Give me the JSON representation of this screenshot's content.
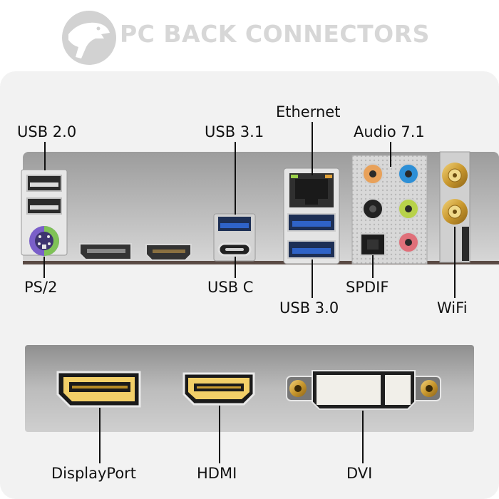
{
  "header": {
    "title": "PC BACK CONNECTORS",
    "logo_icon": "dinosaur-logo-icon"
  },
  "rear_panel": {
    "labels": {
      "usb20": "USB 2.0",
      "ps2": "PS/2",
      "usb31": "USB 3.1",
      "usbc": "USB C",
      "ethernet": "Ethernet",
      "usb30": "USB 3.0",
      "audio": "Audio 7.1",
      "spdif": "SPDIF",
      "wifi": "WiFi"
    }
  },
  "video_panel": {
    "labels": {
      "displayport": "DisplayPort",
      "hdmi": "HDMI",
      "dvi": "DVI"
    }
  },
  "colors": {
    "title": "#d7d7d7",
    "card_bg": "#f2f2f2",
    "panel_top": "#9a9a9a",
    "usb3_blue": "#2f63c8",
    "audio_orange": "#e8a15a",
    "audio_blue": "#2d8fd6",
    "audio_black": "#222222",
    "audio_green": "#b8d24a",
    "audio_pink": "#e0707a",
    "ps2_purple": "#7a5fc9"
  }
}
